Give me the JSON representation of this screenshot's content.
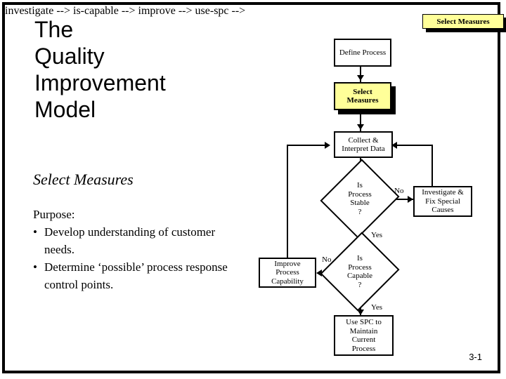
{
  "slide": {
    "title_lines": [
      "The",
      "Quality",
      "Improvement",
      "Model"
    ],
    "subheading": "Select Measures",
    "purpose_label": "Purpose:",
    "purpose_bullets": [
      "Develop understanding of customer needs.",
      "Determine ‘possible’ process response control points."
    ],
    "bullet_glyph": "•",
    "page_number": "3-1",
    "header_chip": "Select Measures",
    "accent_color": "#ffff99",
    "line_color": "#000000",
    "background_color": "#ffffff"
  },
  "flowchart": {
    "nodes": [
      {
        "id": "define-process",
        "label": "Define Process",
        "shape": "rect",
        "highlight": false
      },
      {
        "id": "select-measures",
        "label": "Select\nMeasures",
        "shape": "rect",
        "highlight": true
      },
      {
        "id": "collect-data",
        "label": "Collect &\nInterpret Data",
        "shape": "rect",
        "highlight": false
      },
      {
        "id": "is-stable",
        "label": "Is\nProcess\nStable\n?",
        "shape": "diamond",
        "highlight": false
      },
      {
        "id": "investigate-fix",
        "label": "Investigate &\nFix Special\nCauses",
        "shape": "rect",
        "highlight": false
      },
      {
        "id": "is-capable",
        "label": "Is\nProcess\nCapable\n?",
        "shape": "diamond",
        "highlight": false
      },
      {
        "id": "improve-capability",
        "label": "Improve\nProcess\nCapability",
        "shape": "rect",
        "highlight": false
      },
      {
        "id": "use-spc",
        "label": "Use SPC to\nMaintain\nCurrent\nProcess",
        "shape": "rect",
        "highlight": false
      }
    ],
    "edge_labels": {
      "stable_no": "No",
      "stable_yes": "Yes",
      "capable_no": "No",
      "capable_yes": "Yes"
    }
  }
}
